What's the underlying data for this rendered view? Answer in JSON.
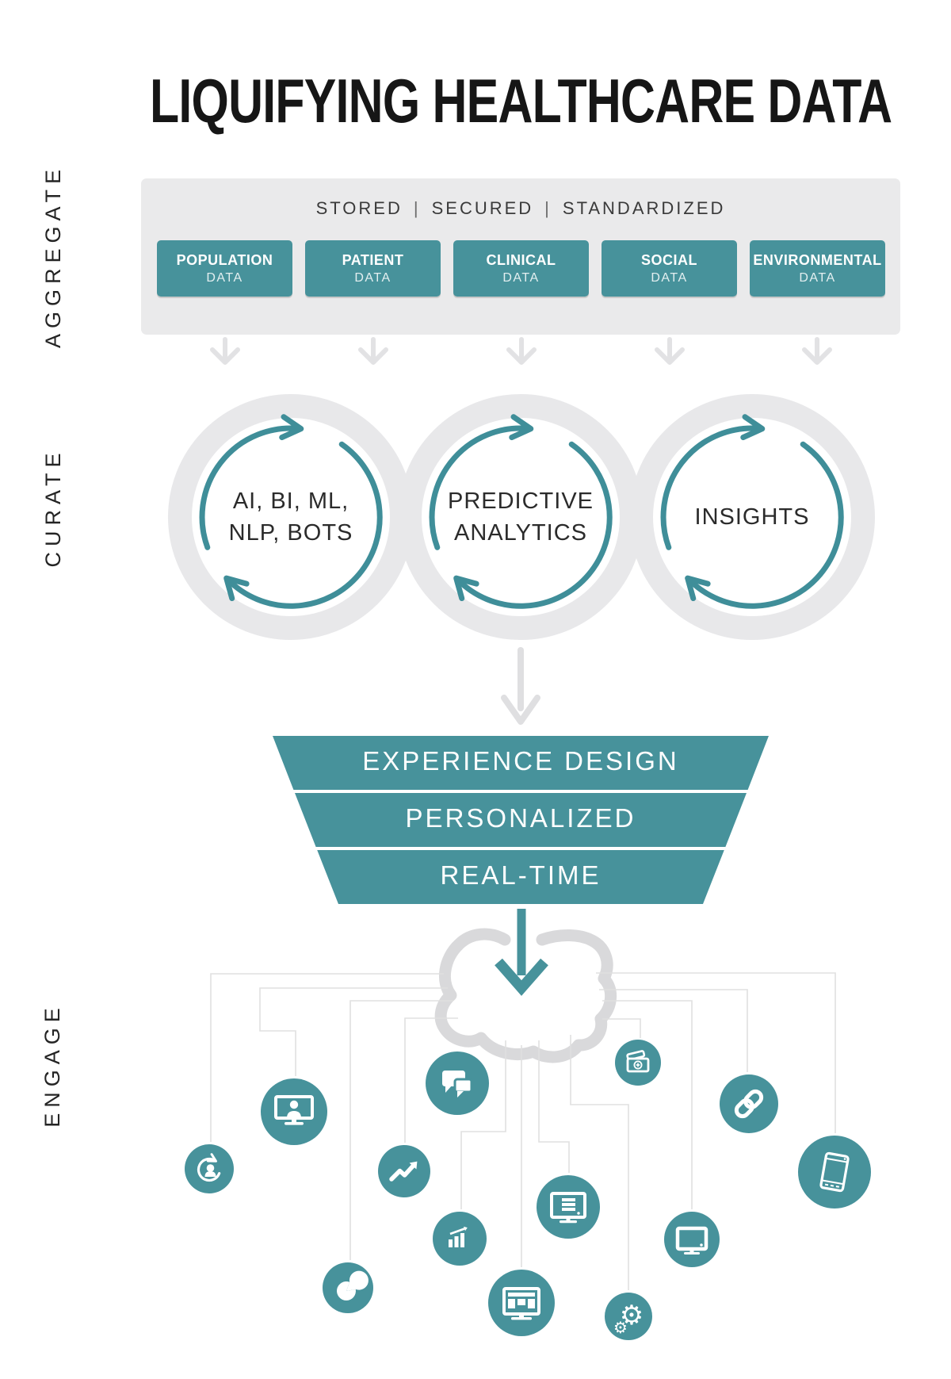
{
  "title": "LIQUIFYING HEALTHCARE DATA",
  "aggregate": {
    "label": "AGGREGATE",
    "status_header": [
      "STORED",
      "SECURED",
      "STANDARDIZED"
    ],
    "separator": "|",
    "boxes": [
      {
        "line1": "POPULATION",
        "line2": "DATA"
      },
      {
        "line1": "PATIENT",
        "line2": "DATA"
      },
      {
        "line1": "CLINICAL",
        "line2": "DATA"
      },
      {
        "line1": "SOCIAL",
        "line2": "DATA"
      },
      {
        "line1": "ENVIRONMENTAL",
        "line2": "DATA"
      }
    ]
  },
  "curate": {
    "label": "CURATE",
    "cycles": [
      {
        "lines": [
          "AI, BI, ML,",
          "NLP, BOTS"
        ]
      },
      {
        "lines": [
          "PREDICTIVE",
          "ANALYTICS"
        ]
      },
      {
        "lines": [
          "INSIGHTS"
        ]
      }
    ]
  },
  "funnel": {
    "bands": [
      "EXPERIENCE DESIGN",
      "PERSONALIZED",
      "REAL-TIME"
    ]
  },
  "engage": {
    "label": "ENGAGE",
    "gear_glyph": "⚙",
    "icons": [
      {
        "name": "monitor-person-icon"
      },
      {
        "name": "chat-bubbles-icon"
      },
      {
        "name": "health-card-icon"
      },
      {
        "name": "link-icon"
      },
      {
        "name": "person-refresh-icon"
      },
      {
        "name": "trending-up-icon"
      },
      {
        "name": "smartphone-icon"
      },
      {
        "name": "monitor-records-icon"
      },
      {
        "name": "bar-chart-growth-icon"
      },
      {
        "name": "desktop-monitor-icon"
      },
      {
        "name": "dashboard-monitor-icon"
      },
      {
        "name": "gears-icon"
      },
      {
        "name": "pie-chart-icon"
      }
    ]
  },
  "colors": {
    "accent": "#47929B",
    "accent_dark": "#3F8E99",
    "panel_gray": "#EAEAEB",
    "ring_gray": "#E8E8EA",
    "arrow_gray": "#E2E2E4",
    "cloud_gray": "#D9D9DB",
    "connector_gray": "#E0E0E0",
    "text_dark": "#242424",
    "white": "#FFFFFF"
  }
}
